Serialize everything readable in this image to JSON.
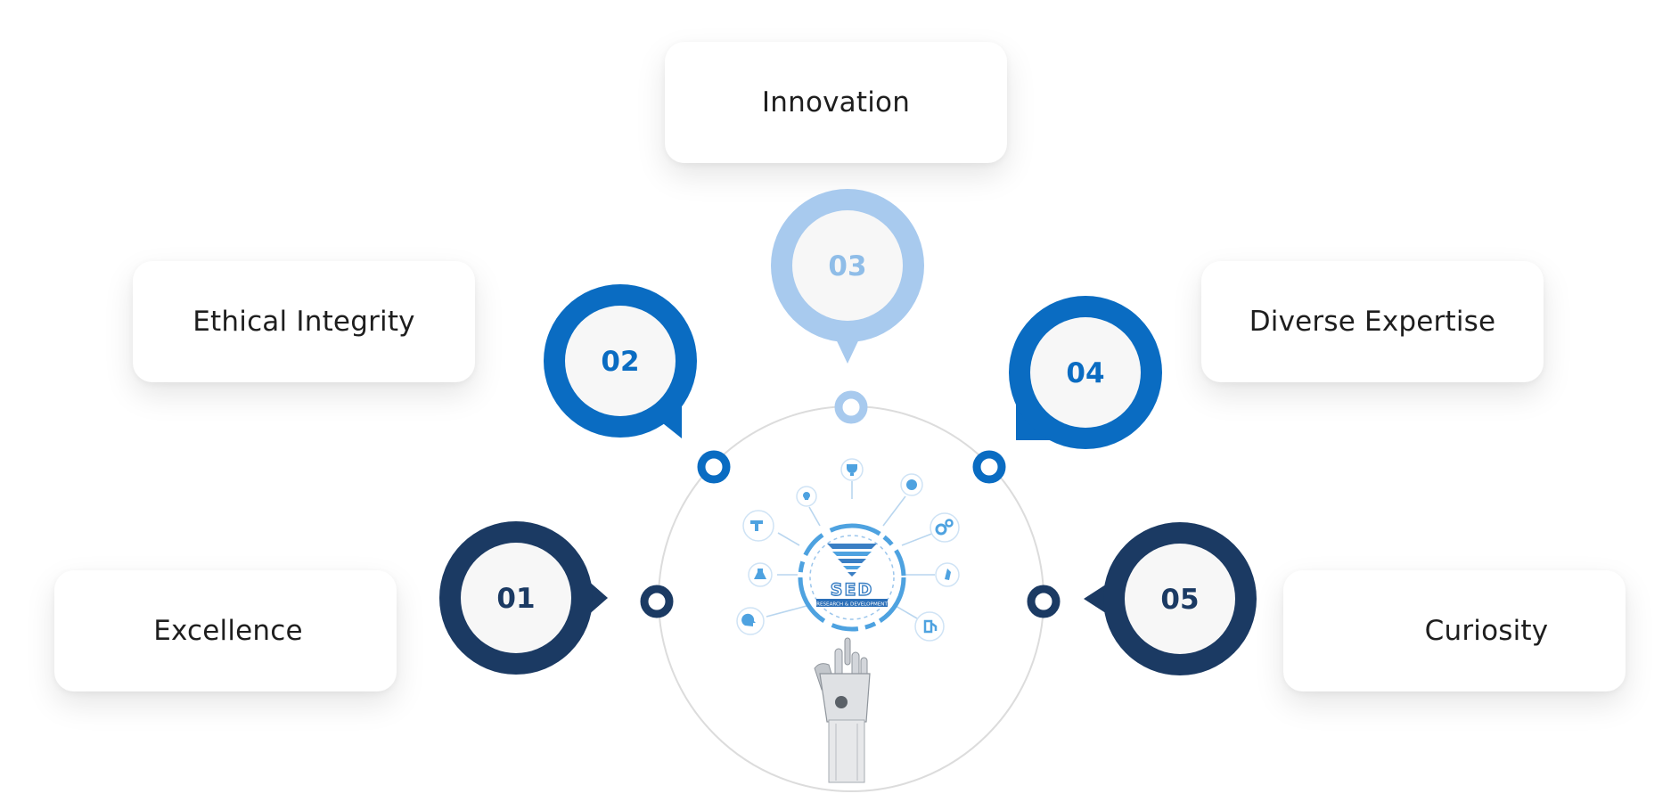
{
  "colors": {
    "dark_navy": "#1b3a63",
    "medium_blue": "#0a6cc2",
    "light_blue": "#a8caee",
    "light_blue_text": "#8fbde8",
    "badge_inner": "#f7f7f7",
    "ring": "#dcdcdc",
    "icon_blue": "#4ea2e0"
  },
  "steps": [
    {
      "number": "01",
      "label": "Excellence"
    },
    {
      "number": "02",
      "label": "Ethical Integrity"
    },
    {
      "number": "03",
      "label": "Innovation"
    },
    {
      "number": "04",
      "label": "Diverse Expertise"
    },
    {
      "number": "05",
      "label": "Curiosity"
    }
  ],
  "hub": {
    "logo_text": "SED",
    "logo_subtext": "RESEARCH & DEVELOPMENT",
    "icons": [
      "lightbulb-icon",
      "trophy-icon",
      "gauge-icon",
      "faucet-icon",
      "gears-icon",
      "flask-icon",
      "rocket-icon",
      "head-idea-icon",
      "fuel-icon"
    ],
    "image": "robot-hand-icon"
  }
}
